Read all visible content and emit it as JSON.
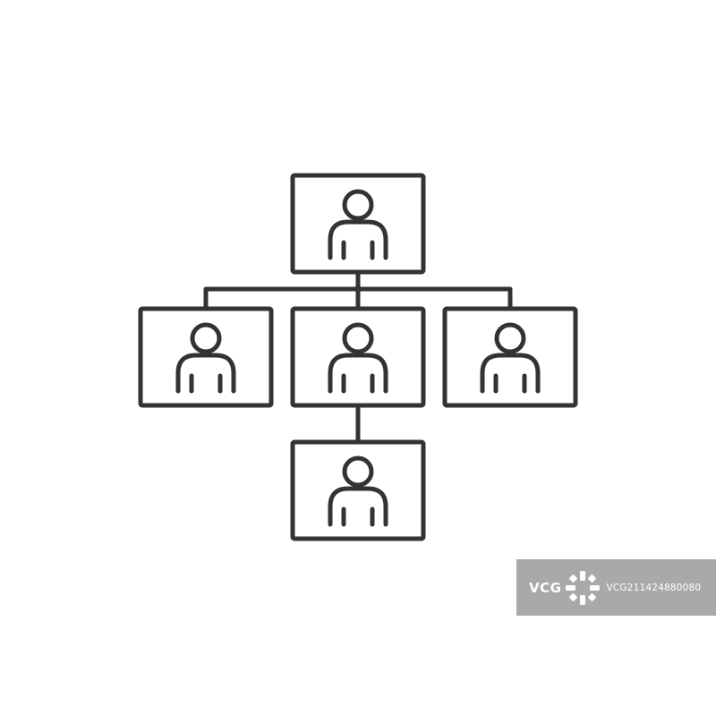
{
  "diagram": {
    "type": "org-chart",
    "stroke_color": "#333333",
    "background_color": "#ffffff",
    "nodes": [
      {
        "id": "top",
        "icon": "person-icon"
      },
      {
        "id": "middle-left",
        "icon": "person-icon"
      },
      {
        "id": "middle-center",
        "icon": "person-icon"
      },
      {
        "id": "middle-right",
        "icon": "person-icon"
      },
      {
        "id": "bottom",
        "icon": "person-icon"
      }
    ],
    "edges": [
      {
        "from": "top",
        "to": "middle-left"
      },
      {
        "from": "top",
        "to": "middle-center"
      },
      {
        "from": "top",
        "to": "middle-right"
      },
      {
        "from": "middle-center",
        "to": "bottom"
      }
    ]
  },
  "watermark": {
    "brand": "VCG",
    "id_text": "VCG211424880080",
    "background_color": "#a9a9a9"
  }
}
